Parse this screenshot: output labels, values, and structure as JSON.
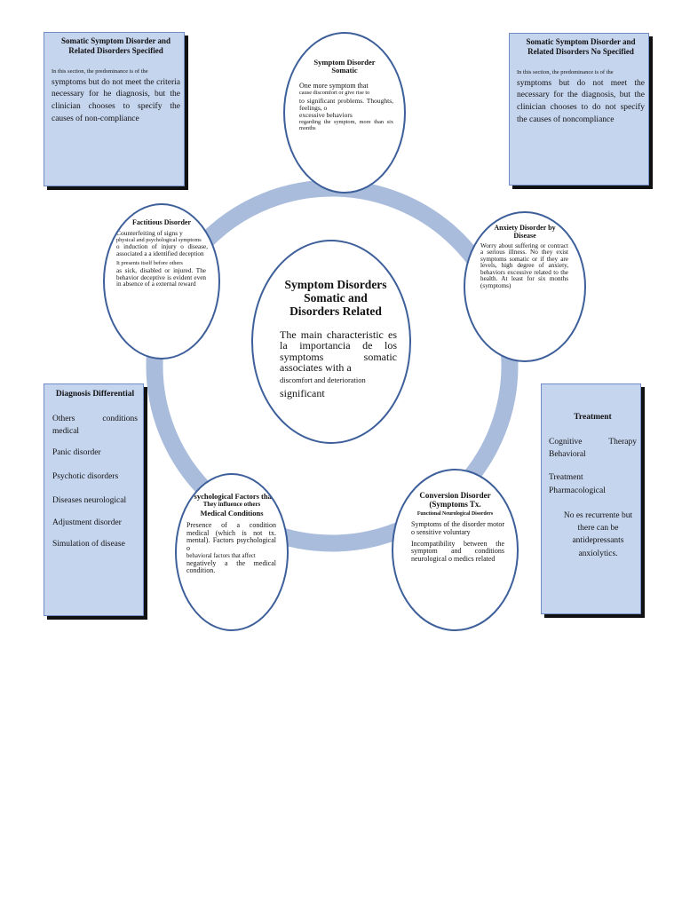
{
  "center": {
    "title": "Symptom Disorders Somatic and Disorders Related",
    "body1": "The main characteristic es la importancia de los symptoms somatic associates with a",
    "body2": "discomfort and deterioration",
    "body3": "significant"
  },
  "nodes": {
    "top": {
      "title": "Symptom Disorder Somatic",
      "line1": "One more symptom that",
      "line2": "cause discomfort or give rise to",
      "line3": "to significant problems. Thoughts, feelings, o",
      "line4": "excessive behaviors",
      "line5": "regarding the symptom, more than six months"
    },
    "anxiety": {
      "title": "Anxiety Disorder by Disease",
      "body": "Worry about suffering or contract a serious illness. No they exist symptoms somatic or if they are levels, high degree of anxiety, behaviors excessive related to the health. At least for six months (symptoms)"
    },
    "conversion": {
      "title": "Conversion Disorder (Symptoms Tx.",
      "subtitle": "Functional Neurological Disorders",
      "body1": "Symptoms of the disorder motor o sensitive voluntary",
      "body2": "Incompatibility between the symptom and conditions neurological o medics related"
    },
    "psych": {
      "title1": "Psychological Factors that",
      "title2": "They influence others",
      "title3": "Medical Conditions",
      "body1": "Presence of a condition medical (which is not tx. mental). Factors psychological o",
      "body2": "behavioral factors that affect",
      "body3": "negatively a the medical condition."
    },
    "factitious": {
      "title": "Factitious Disorder",
      "line1": "Counterfeiting of signs y",
      "line2": "physical and psychological symptoms",
      "line3": "o induction of injury o disease, associated a a identified deception",
      "line4": "It presents itself before others",
      "line5": "as sick, disabled or injured. The behavior deceptive is evident even in absence of a external reward"
    }
  },
  "boxes": {
    "top_left": {
      "title": "Somatic Symptom Disorder and Related Disorders Specified",
      "small": "In this section, the predominance is of the",
      "body": "symptoms but do not meet the criteria necessary for he diagnosis, but the clinician chooses to specify the causes of non-compliance"
    },
    "top_right": {
      "title": "Somatic Symptom Disorder and Related Disorders No Specified",
      "small": "In this section, the predominance is of the",
      "body": "symptoms but do not meet the necessary for the diagnosis, but the clinician chooses to do not specify the causes of noncompliance"
    },
    "differential": {
      "title": "Diagnosis Differential",
      "items": [
        "Others conditions medical",
        "Panic disorder",
        "Psychotic disorders",
        "Diseases neurological",
        "Adjustment disorder",
        "Simulation of disease"
      ]
    },
    "treatment": {
      "title": "Treatment",
      "item1": "Cognitive Therapy Behavioral",
      "item2": "Treatment Pharmacological",
      "bullet": "",
      "item3": "No es recurrente but there can be antidepressants anxiolytics."
    }
  },
  "colors": {
    "ring": "#a9bcdc",
    "node_border": "#3d5f9a",
    "box_fill": "#c6d5ee"
  }
}
